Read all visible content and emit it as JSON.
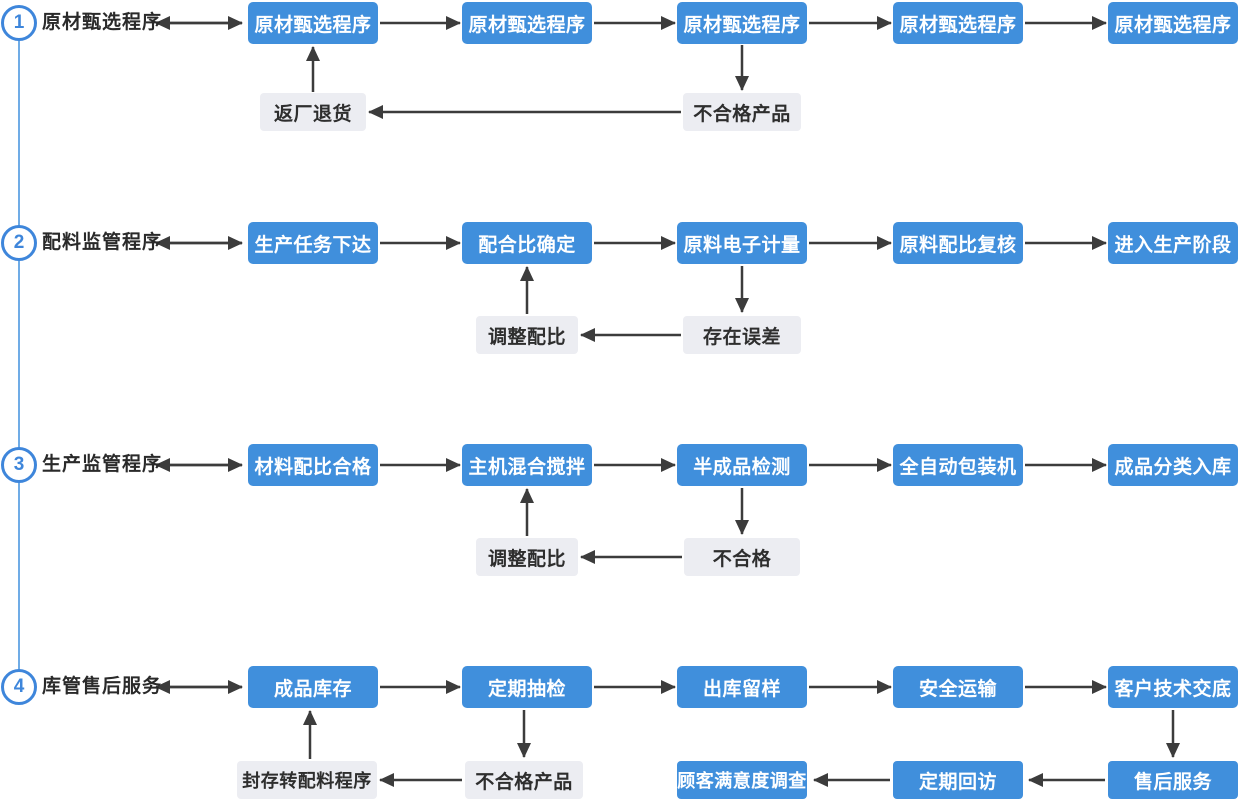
{
  "colors": {
    "node_bg": "#408FDC",
    "node_text": "#FFFFFF",
    "gray_bg": "#ECEDF2",
    "gray_text": "#2E2E2E",
    "arrow": "#3C3C3C",
    "label_text": "#2A2A2A",
    "badge_blue": "#3E86DB",
    "connector_blue": "#4191DD",
    "background": "#FFFFFF"
  },
  "rows": [
    {
      "number": "1",
      "label": "原材甄选程序",
      "nodes": [
        "原材甄选程序",
        "原材甄选程序",
        "原材甄选程序",
        "原材甄选程序",
        "原材甄选程序"
      ],
      "sub_boxes": [
        {
          "text": "返厂退货",
          "style": "gray"
        },
        {
          "text": "不合格产品",
          "style": "gray"
        }
      ]
    },
    {
      "number": "2",
      "label": "配料监管程序",
      "nodes": [
        "生产任务下达",
        "配合比确定",
        "原料电子计量",
        "原料配比复核",
        "进入生产阶段"
      ],
      "sub_boxes": [
        {
          "text": "调整配比",
          "style": "gray"
        },
        {
          "text": "存在误差",
          "style": "gray"
        }
      ]
    },
    {
      "number": "3",
      "label": "生产监管程序",
      "nodes": [
        "材料配比合格",
        "主机混合搅拌",
        "半成品检测",
        "全自动包装机",
        "成品分类入库"
      ],
      "sub_boxes": [
        {
          "text": "调整配比",
          "style": "gray"
        },
        {
          "text": "不合格",
          "style": "gray"
        }
      ]
    },
    {
      "number": "4",
      "label": "库管售后服务",
      "nodes": [
        "成品库存",
        "定期抽检",
        "出库留样",
        "安全运输",
        "客户技术交底"
      ],
      "sub_boxes": [
        {
          "text": "封存转配料程序",
          "style": "gray"
        },
        {
          "text": "不合格产品",
          "style": "gray"
        },
        {
          "text": "顾客满意度调查",
          "style": "blue"
        },
        {
          "text": "定期回访",
          "style": "blue"
        },
        {
          "text": "售后服务",
          "style": "blue"
        }
      ]
    }
  ]
}
